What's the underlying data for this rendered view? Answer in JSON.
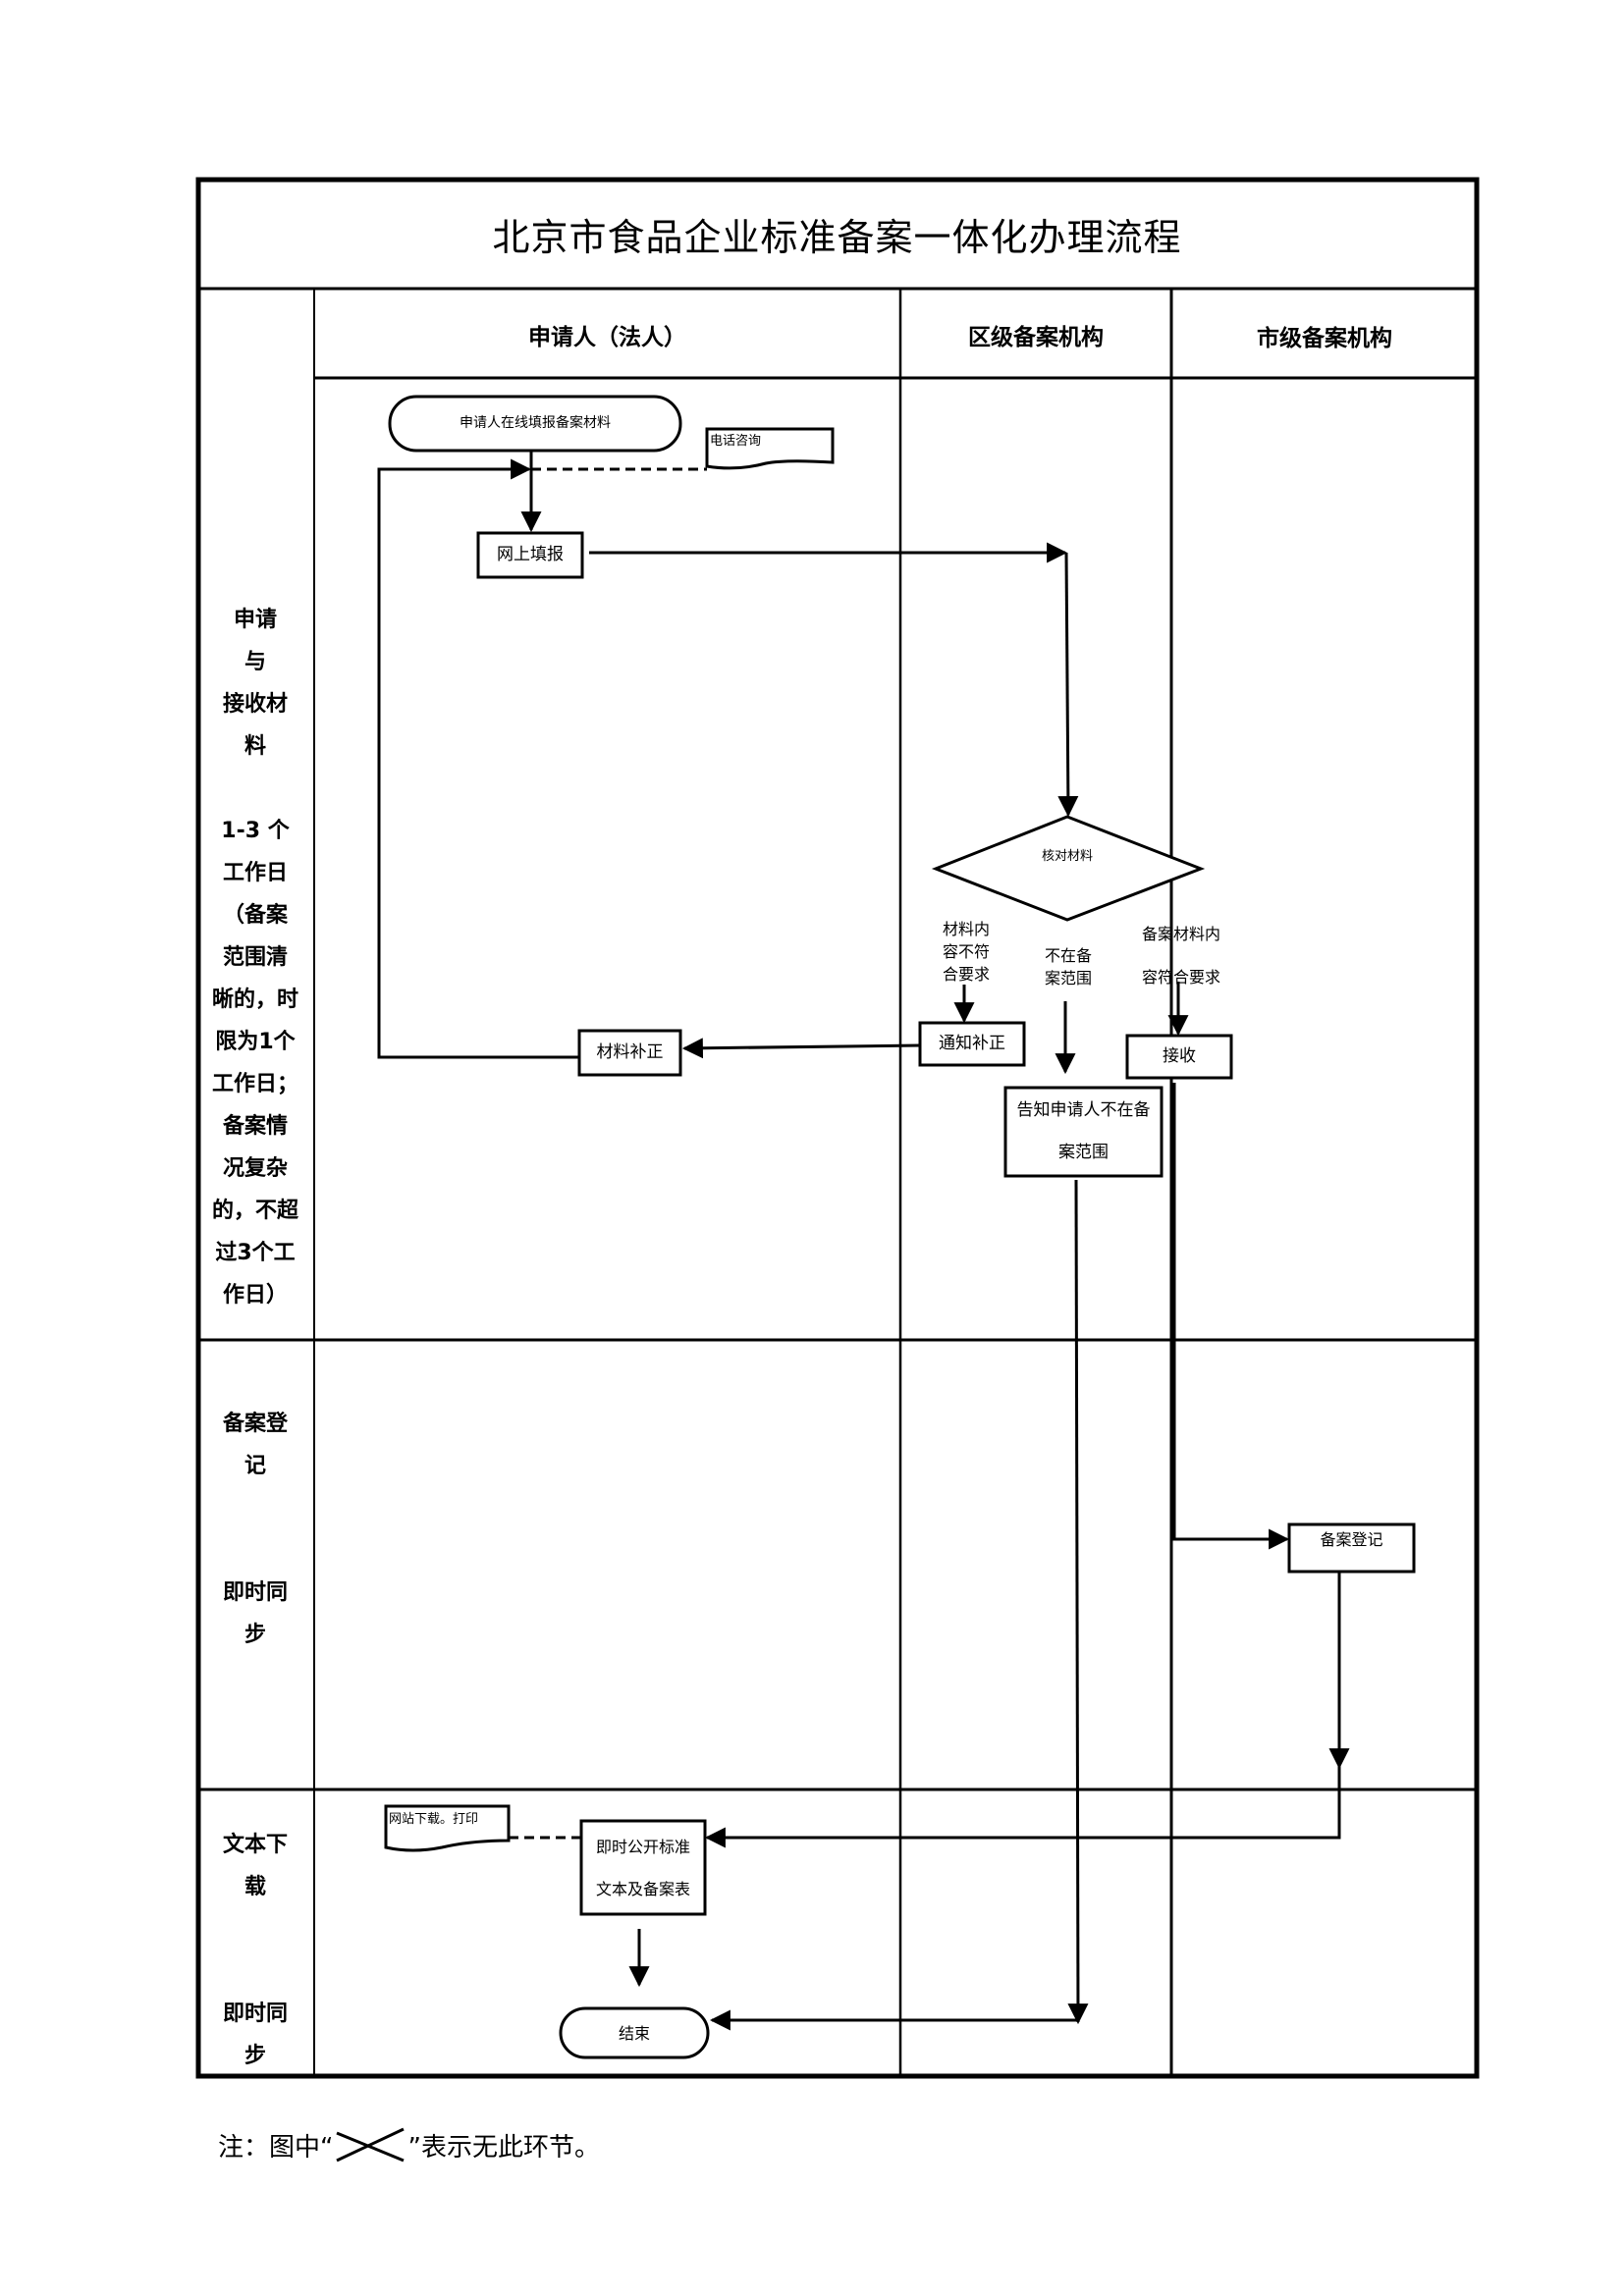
{
  "title": "北京市食品企业标准备案一体化办理流程",
  "lanes": {
    "applicant": "申请人（法人）",
    "district": "区级备案机构",
    "city": "市级备案机构"
  },
  "stages": [
    {
      "name_lines": [
        "申请",
        "与",
        "接收材",
        "料"
      ],
      "time_lines": [
        "1-3 个",
        "工作日",
        "（备案",
        "范围清",
        "晰的，时",
        "限为1个",
        "工作日；",
        "备案情",
        "况复杂",
        "的，不超",
        "过3个工",
        "作日）"
      ]
    },
    {
      "name_lines": [
        "备案登",
        "记"
      ],
      "time_lines": [
        "即时同",
        "步"
      ]
    },
    {
      "name_lines": [
        "文本下",
        "载"
      ],
      "time_lines": [
        "即时同",
        "步"
      ]
    }
  ],
  "nodes": {
    "start": "申请人在线填报备案材料",
    "phone_consult": "电话咨询",
    "online_fill": "网上填报",
    "check_materials": "核对材料",
    "notify_correction": "通知补正",
    "material_correction": "材料补正",
    "receive": "接收",
    "notify_out_of_scope": "告知申请人不在备案范围",
    "registration": "备案登记",
    "publish_line1": "即时公开标准",
    "publish_line2": "文本及备案表",
    "download_print": "网站下载。打印",
    "end": "结束"
  },
  "branch_labels": {
    "non_compliant": [
      "材料内",
      "容不符",
      "合要求"
    ],
    "out_of_scope": [
      "不在备",
      "案范围"
    ],
    "compliant": [
      "备案材料内",
      "容符合要求"
    ]
  },
  "footnote": {
    "prefix": "注：图中“",
    "suffix": "”表示无此环节。",
    "symbol": "cross-icon"
  }
}
